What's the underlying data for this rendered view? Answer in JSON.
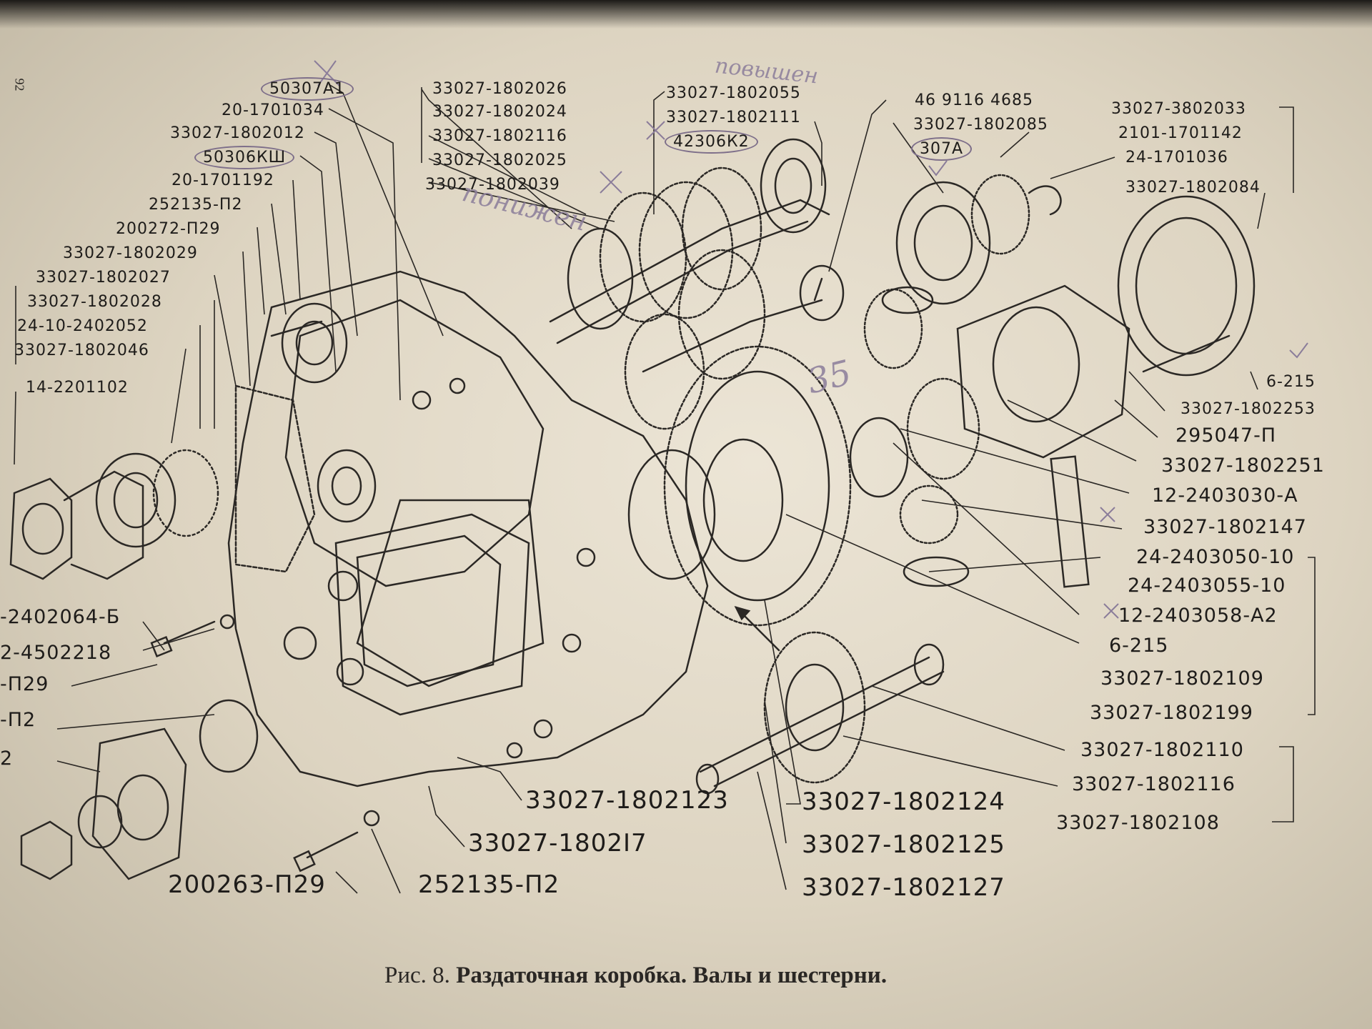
{
  "page_number": "92",
  "caption": {
    "prefix": "Рис. 8.",
    "title": "Раздаточная коробка. Валы и шестерни."
  },
  "labels": {
    "l01": "50307А1",
    "l02": "20-1701034",
    "l03": "33027-1802012",
    "l04": "50306КШ",
    "l05": "20-1701192",
    "l06": "252135-П2",
    "l07": "200272-П29",
    "l08": "33027-1802029",
    "l09": "33027-1802027",
    "l10": "33027-1802028",
    "l11": "24-10-2402052",
    "l12": "33027-1802046",
    "l13": "14-2201102",
    "l14": "33027-1802026",
    "l15": "33027-1802024",
    "l16": "33027-1802116",
    "l17": "33027-1802025",
    "l18": "33027-1802039",
    "l19": "33027-1802055",
    "l20": "33027-1802111",
    "l21": "42306К2",
    "l22": "46 9116 4685",
    "l23": "33027-1802085",
    "l24": "307А",
    "l25": "33027-3802033",
    "l26": "2101-1701142",
    "l27": "24-1701036",
    "l28": "33027-1802084",
    "l29": "6-215",
    "l30": "33027-1802253",
    "l31": "295047-П",
    "l32": "33027-1802251",
    "l33": "12-2403030-А",
    "l34": "33027-1802147",
    "l35": "24-2403050-10",
    "l36": "24-2403055-10",
    "l37": "12-2403058-А2",
    "l38": "6-215",
    "l39": "33027-1802109",
    "l40": "33027-1802199",
    "l41": "33027-1802110",
    "l42": "33027-1802116",
    "l43": "33027-1802108",
    "l44": "33027-1802124",
    "l45": "33027-1802125",
    "l46": "33027-1802127",
    "l47": "33027-1802123",
    "l48": "33027-1802І7",
    "l49": "252135-П2",
    "l50": "200263-П29",
    "l51": "-2402064-Б",
    "l52": "2-4502218",
    "l53": "-П29",
    "l54": "-П2",
    "l55": "2"
  },
  "handwriting": {
    "h1": "повышен",
    "h2": "понижен",
    "h3": "35"
  },
  "colors": {
    "paper": "#e6dfcf",
    "ink": "#1e1c1a",
    "pencil": "#8b7d9a"
  }
}
